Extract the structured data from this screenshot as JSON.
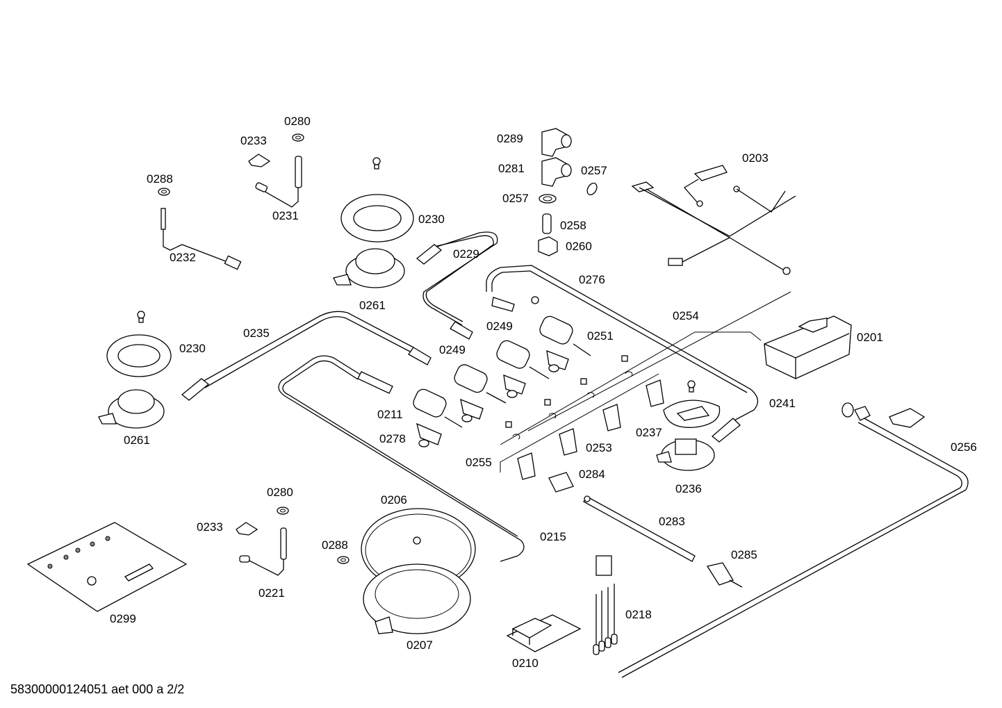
{
  "diagram": {
    "type": "exploded-parts-view",
    "footer": "58300000124051 aet 000 a 2/2",
    "labels": [
      {
        "id": "0280a",
        "text": "0280"
      },
      {
        "id": "0233a",
        "text": "0233"
      },
      {
        "id": "0288a",
        "text": "0288"
      },
      {
        "id": "0231",
        "text": "0231"
      },
      {
        "id": "0232",
        "text": "0232"
      },
      {
        "id": "0289",
        "text": "0289"
      },
      {
        "id": "0281",
        "text": "0281"
      },
      {
        "id": "0257a",
        "text": "0257"
      },
      {
        "id": "0257b",
        "text": "0257"
      },
      {
        "id": "0258",
        "text": "0258"
      },
      {
        "id": "0260",
        "text": "0260"
      },
      {
        "id": "0203",
        "text": "0203"
      },
      {
        "id": "0230a",
        "text": "0230"
      },
      {
        "id": "0229",
        "text": "0229"
      },
      {
        "id": "0261a",
        "text": "0261"
      },
      {
        "id": "0276",
        "text": "0276"
      },
      {
        "id": "0254",
        "text": "0254"
      },
      {
        "id": "0201",
        "text": "0201"
      },
      {
        "id": "0249a",
        "text": "0249"
      },
      {
        "id": "0249b",
        "text": "0249"
      },
      {
        "id": "0251",
        "text": "0251"
      },
      {
        "id": "0235",
        "text": "0235"
      },
      {
        "id": "0230b",
        "text": "0230"
      },
      {
        "id": "0261b",
        "text": "0261"
      },
      {
        "id": "0211",
        "text": "0211"
      },
      {
        "id": "0278",
        "text": "0278"
      },
      {
        "id": "0255",
        "text": "0255"
      },
      {
        "id": "0253",
        "text": "0253"
      },
      {
        "id": "0241",
        "text": "0241"
      },
      {
        "id": "0237",
        "text": "0237"
      },
      {
        "id": "0236",
        "text": "0236"
      },
      {
        "id": "0256",
        "text": "0256"
      },
      {
        "id": "0284",
        "text": "0284"
      },
      {
        "id": "0283",
        "text": "0283"
      },
      {
        "id": "0285",
        "text": "0285"
      },
      {
        "id": "0280b",
        "text": "0280"
      },
      {
        "id": "0233b",
        "text": "0233"
      },
      {
        "id": "0206",
        "text": "0206"
      },
      {
        "id": "0288b",
        "text": "0288"
      },
      {
        "id": "0215",
        "text": "0215"
      },
      {
        "id": "0221",
        "text": "0221"
      },
      {
        "id": "0299",
        "text": "0299"
      },
      {
        "id": "0207",
        "text": "0207"
      },
      {
        "id": "0218",
        "text": "0218"
      },
      {
        "id": "0210",
        "text": "0210"
      }
    ]
  }
}
